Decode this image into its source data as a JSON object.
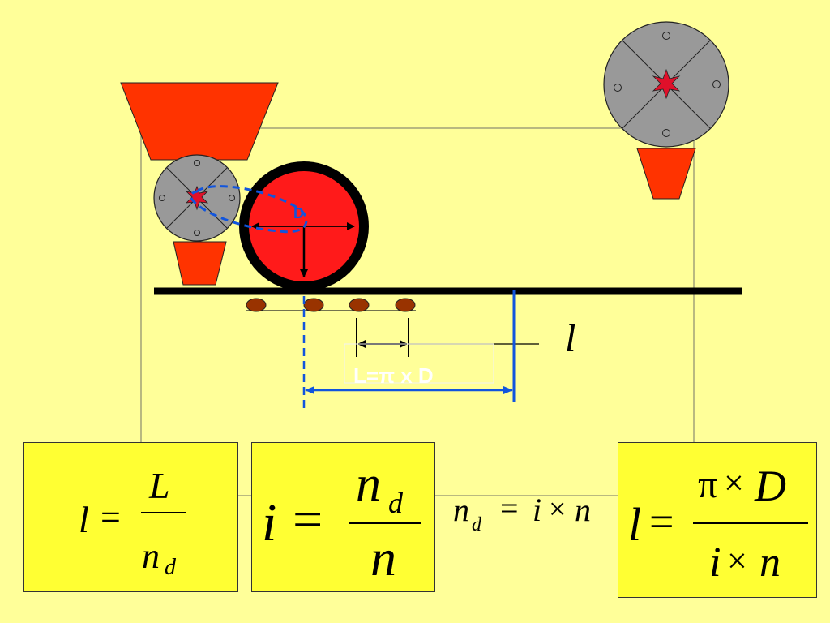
{
  "colors": {
    "background": "#FFFF99",
    "formula_box": "#FFFF33",
    "hopper": "#FF3300",
    "drum": "#FF1A1A",
    "disc": "#999999",
    "seed": "#993300",
    "dimension_blue": "#1155DD",
    "star": "#E0102A"
  },
  "icons": {
    "hopper": "trapezoid-hopper-icon",
    "disc": "seed-disc-icon",
    "seed": "seed-icon",
    "drive_wheel": "drive-wheel-icon"
  },
  "labels": {
    "wheel_diameter": "D",
    "length_formula": "L=π x D",
    "seed_spacing": "l"
  },
  "formulas": {
    "f1": {
      "lhs": "l",
      "eq": "=",
      "num": "L",
      "den_n": "n",
      "den_sub": "d"
    },
    "f2": {
      "lhs": "i",
      "eq": "=",
      "num_n": "n",
      "num_sub": "d",
      "den": "n"
    },
    "f3": {
      "lhs_n": "n",
      "lhs_sub": "d",
      "eq": "=",
      "i": "i",
      "times": "×",
      "n": "n"
    },
    "f4": {
      "lhs": "l",
      "eq": "=",
      "num_pi": "π",
      "num_times": "×",
      "num_D": "D",
      "den_i": "i",
      "den_times": "×",
      "den_n": "n"
    }
  }
}
